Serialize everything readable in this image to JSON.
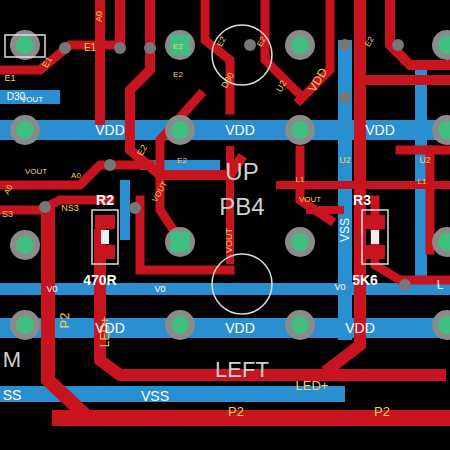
{
  "diagram": {
    "labels": [
      "A0",
      "E1",
      "E1",
      "E1",
      "D30",
      "VOUT",
      "E2",
      "E2",
      "E2",
      "E2",
      "E2",
      "D30",
      "U2",
      "VDD",
      "VDD",
      "VDD",
      "VDD",
      "E2",
      "E2",
      "U2",
      "U2",
      "L1",
      "L1",
      "VOUT",
      "UP",
      "PB4",
      "VOUT",
      "A0",
      "A0",
      "R2",
      "R3",
      "NS3",
      "S3",
      "VOUT",
      "VOUT",
      "VSS",
      "470R",
      "5K6",
      "V0",
      "V0",
      "V0",
      "P2",
      "LED+",
      "VDD",
      "VDD",
      "VDD",
      "M",
      "LEFT",
      "SS",
      "VSS",
      "LED+",
      "P2",
      "P2",
      "L"
    ]
  }
}
